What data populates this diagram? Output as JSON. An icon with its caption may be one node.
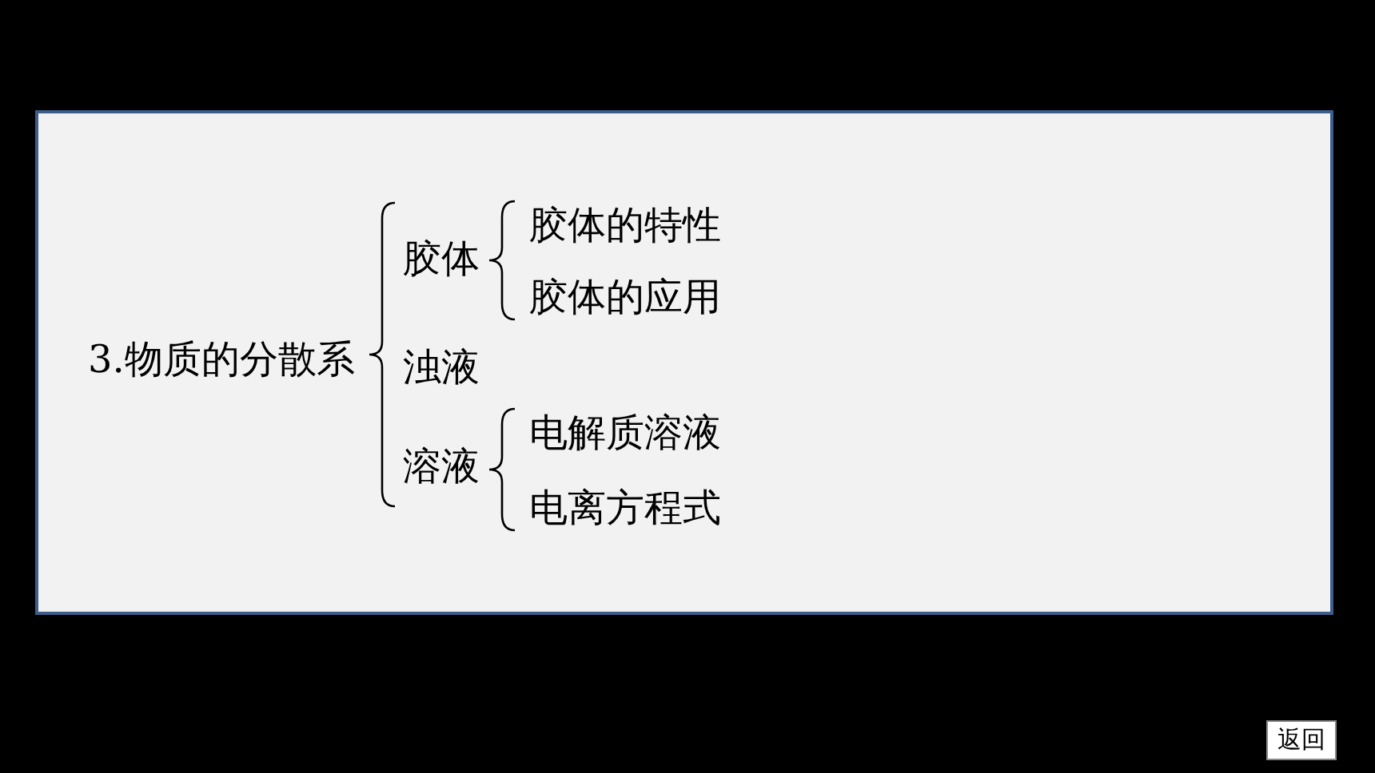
{
  "diagram": {
    "labels": [
      "3.物质的分散系",
      "胶体",
      "胶体的特性",
      "胶体的应用",
      "浊液",
      "溶液",
      "电解质溶液",
      "电离方程式",
      "返回"
    ]
  }
}
